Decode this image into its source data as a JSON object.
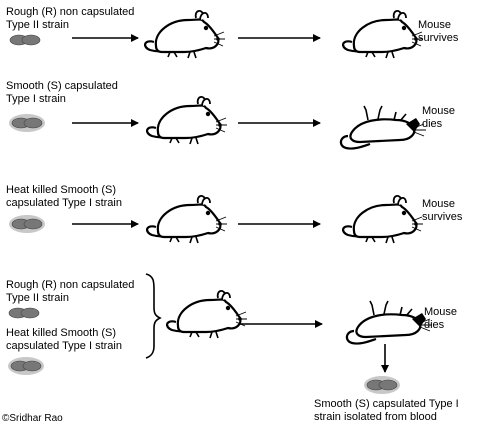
{
  "experiment_1": {
    "strain_line1": "Rough (R) non capsulated",
    "strain_line2": "Type II strain",
    "outcome_line1": "Mouse",
    "outcome_line2": "survives"
  },
  "experiment_2": {
    "strain_line1": "Smooth (S) capsulated",
    "strain_line2": "Type I strain",
    "outcome_line1": "Mouse",
    "outcome_line2": "dies"
  },
  "experiment_3": {
    "strain_line1": "Heat killed Smooth (S)",
    "strain_line2": "capsulated Type I strain",
    "outcome_line1": "Mouse",
    "outcome_line2": "survives"
  },
  "experiment_4": {
    "strain_a_line1": "Rough (R) non capsulated",
    "strain_a_line2": "Type II strain",
    "strain_b_line1": "Heat killed Smooth (S)",
    "strain_b_line2": "capsulated Type I strain",
    "outcome_line1": "Mouse",
    "outcome_line2": "dies",
    "result_line1": "Smooth (S) capsulated Type I",
    "result_line2": "strain isolated from blood"
  },
  "credit": "©Sridhar Rao",
  "colors": {
    "ink": "#000000",
    "bacteria_fill": "#777777",
    "capsule_fill": "#c8c8c8"
  }
}
